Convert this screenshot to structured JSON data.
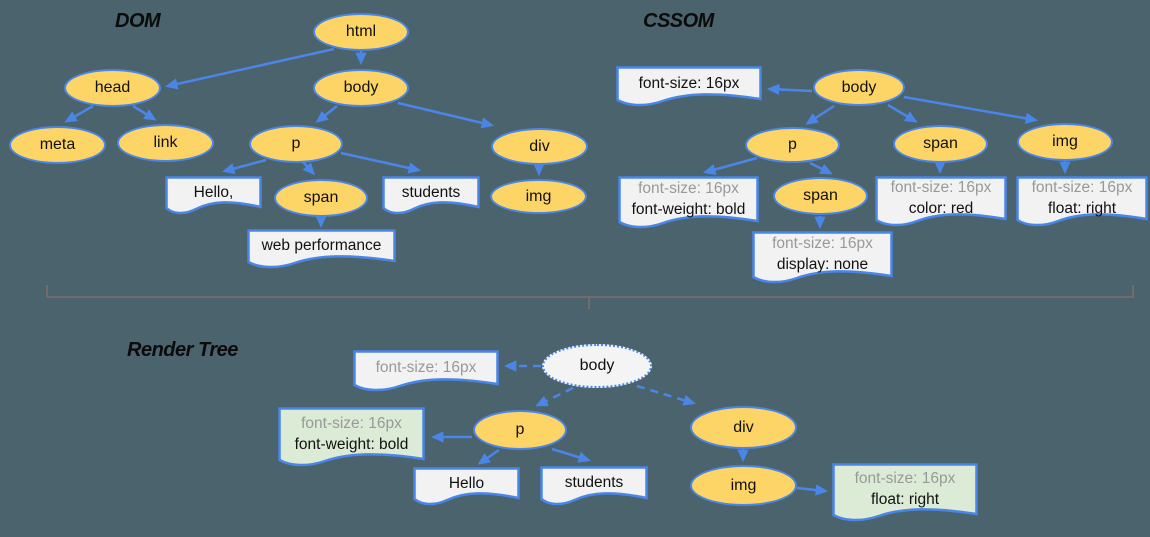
{
  "colors": {
    "background": "#4b636d",
    "node_fill": "#fcd566",
    "node_stroke": "#4a86e8",
    "note_fill": "#f2f2f2",
    "note_fill_green": "#dcebd5",
    "arrow": "#4a86e8",
    "bracket": "#716c6c",
    "muted_text": "#999999"
  },
  "dom": {
    "title": "DOM",
    "nodes": {
      "html": "html",
      "head": "head",
      "body": "body",
      "meta": "meta",
      "link": "link",
      "p": "p",
      "div": "div",
      "span": "span",
      "img": "img"
    },
    "notes": {
      "hello": "Hello,",
      "students": "students",
      "webperf": "web performance"
    }
  },
  "cssom": {
    "title": "CSSOM",
    "nodes": {
      "body": "body",
      "p": "p",
      "span": "span",
      "img": "img",
      "span_child": "span"
    },
    "notes": {
      "body_style": {
        "line1": "font-size: 16px"
      },
      "p_style": {
        "line1": "font-size: 16px",
        "line2": "font-weight: bold"
      },
      "span_style": {
        "line1": "font-size: 16px",
        "line2": "color: red"
      },
      "img_style": {
        "line1": "font-size: 16px",
        "line2": "float: right"
      },
      "span_child_style": {
        "line1": "font-size: 16px",
        "line2": "display: none"
      }
    }
  },
  "render": {
    "title": "Render Tree",
    "nodes": {
      "body": "body",
      "p": "p",
      "div": "div",
      "img": "img"
    },
    "notes": {
      "body_style": {
        "line1": "font-size: 16px"
      },
      "p_style": {
        "line1": "font-size: 16px",
        "line2": "font-weight: bold"
      },
      "hello": "Hello",
      "students": "students",
      "img_style": {
        "line1": "font-size: 16px",
        "line2": "float: right"
      }
    }
  }
}
